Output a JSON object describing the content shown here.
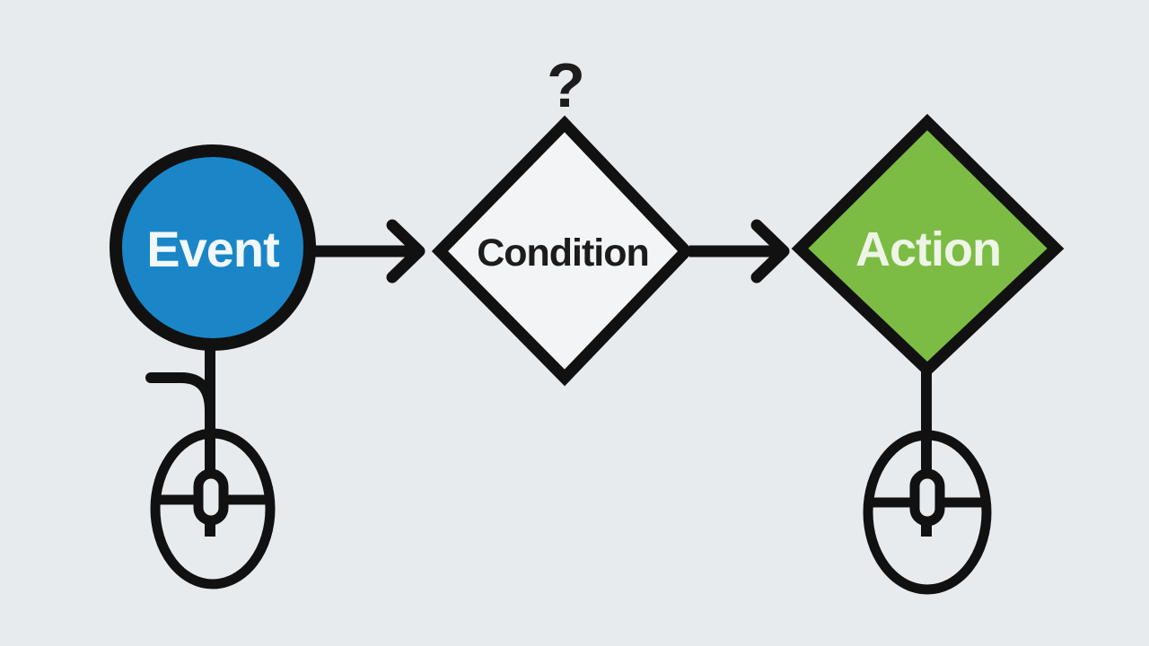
{
  "colors": {
    "background": "#e8ebee",
    "outline": "#111111",
    "event_fill": "#1a86c8",
    "condition_fill": "#f2f4f5",
    "action_fill": "#7cbc44",
    "light_text": "#f2f7fa",
    "dark_text": "#1c1c1c"
  },
  "diagram": {
    "type": "flowchart",
    "nodes": [
      {
        "id": "event",
        "shape": "circle",
        "label": "Event",
        "fill": "#1a86c8",
        "text_color": "#f2f7fa"
      },
      {
        "id": "condition",
        "shape": "diamond",
        "label": "Condition",
        "annotation": "?",
        "fill": "#f2f4f5",
        "text_color": "#1c1c1c"
      },
      {
        "id": "action",
        "shape": "diamond",
        "label": "Action",
        "fill": "#7cbc44",
        "text_color": "#eef4e6"
      }
    ],
    "edges": [
      {
        "from": "event",
        "to": "condition",
        "style": "arrow-right"
      },
      {
        "from": "condition",
        "to": "action",
        "style": "arrow-right"
      }
    ],
    "icons": [
      {
        "name": "computer-mouse-icon",
        "attached_to": "event",
        "position": "below"
      },
      {
        "name": "computer-mouse-icon",
        "attached_to": "action",
        "position": "below"
      }
    ]
  }
}
